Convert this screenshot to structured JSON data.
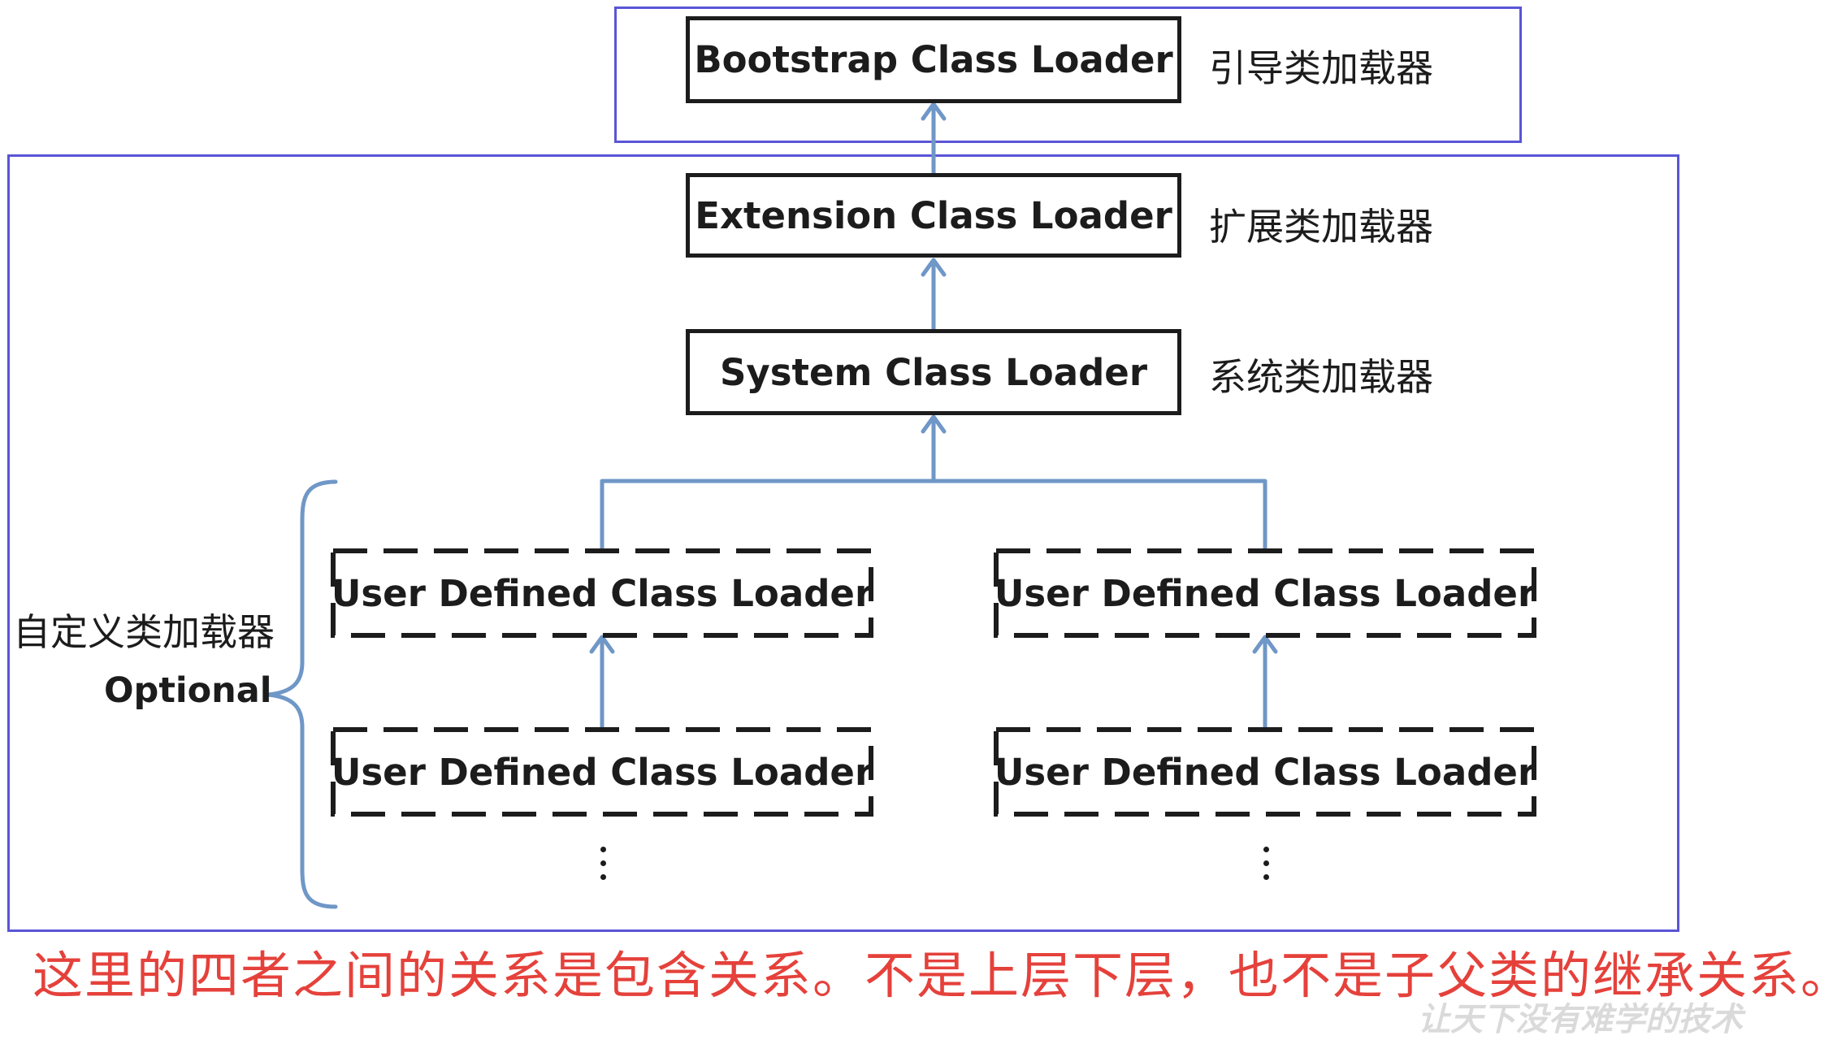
{
  "loaders": {
    "bootstrap": {
      "label": "Bootstrap Class Loader",
      "cn": "引导类加载器"
    },
    "extension": {
      "label": "Extension Class Loader",
      "cn": "扩展类加载器"
    },
    "system": {
      "label": "System Class Loader",
      "cn": "系统类加载器"
    },
    "user_defined": {
      "label": "User Defined Class Loader",
      "cn": "自定义类加载器",
      "optional": "Optional",
      "boxes": [
        "User Defined Class Loader",
        "User Defined Class Loader",
        "User Defined Class Loader",
        "User Defined Class Loader"
      ]
    }
  },
  "note": "这里的四者之间的关系是包含关系。不是上层下层，也不是子父类的继承关系。",
  "watermark": "让天下没有难学的技术",
  "colors": {
    "frame": "#5a55d6",
    "arrow": "#6f97c7",
    "note": "#e5413b",
    "box_border": "#1c1c1c"
  }
}
